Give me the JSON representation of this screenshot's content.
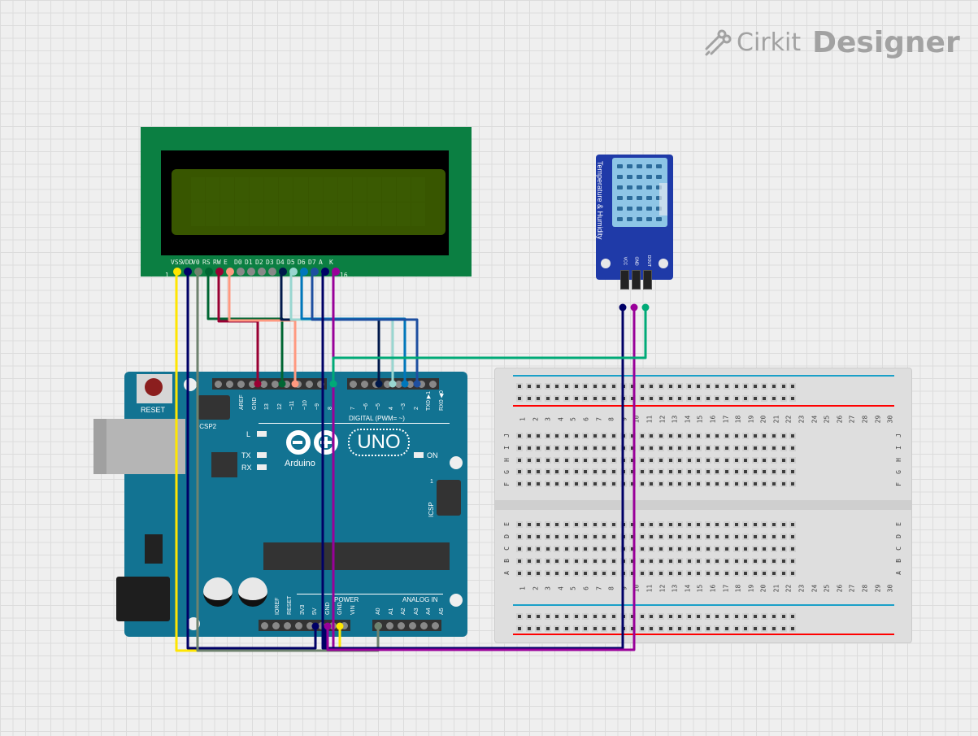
{
  "brand": {
    "icon": "circuit-logo-icon",
    "name_light": "Cirkit",
    "name_bold": "Designer"
  },
  "lcd": {
    "pin_first": "1",
    "pin_last": "16",
    "pins": [
      "VSS",
      "VDD",
      "V0",
      "RS",
      "RW",
      "E",
      "D0",
      "D1",
      "D2",
      "D3",
      "D4",
      "D5",
      "D6",
      "D7",
      "A",
      "K"
    ],
    "pin_colors": [
      "#ffe600",
      "#000066",
      "#6e826e",
      "#006633",
      "#990033",
      "#ff9980",
      "#888888",
      "#888888",
      "#888888",
      "#888888",
      "#00184a",
      "#99d6d0",
      "#0077bb",
      "#1e4fa0",
      "#000066",
      "#990099"
    ],
    "columns": 16,
    "rows": 2
  },
  "dht": {
    "side_label": "Temperature & Humidity",
    "pins": [
      "VCC",
      "GND",
      "DOUT"
    ],
    "pin_colors": [
      "#000066",
      "#990099",
      "#00aa77"
    ]
  },
  "arduino": {
    "reset_label": "RESET",
    "icsp2_label": "ICSP2",
    "icsp_label": "ICSP",
    "icsp_pin1": "1",
    "led_l": "L",
    "led_tx": "TX",
    "led_rx": "RX",
    "led_on": "ON",
    "logo_text": "Arduino",
    "model": "UNO",
    "digital_label": "DIGITAL (PWM= ~)",
    "power_label": "POWER",
    "analog_label": "ANALOG IN",
    "top_header_left": [
      "AREF",
      "GND",
      "13",
      "12",
      "~11",
      "~10",
      "~9",
      "8"
    ],
    "top_header_right": [
      "7",
      "~6",
      "~5",
      "4",
      "~3",
      "2",
      "TX0 ▶1",
      "RX0 ◀0"
    ],
    "power_pins": [
      "",
      "IOREF",
      "RESET",
      "3V3",
      "5V",
      "GND",
      "GND",
      "VIN"
    ],
    "analog_pins": [
      "A0",
      "A1",
      "A2",
      "A3",
      "A4",
      "A5"
    ]
  },
  "breadboard": {
    "columns": [
      "1",
      "2",
      "3",
      "4",
      "5",
      "6",
      "7",
      "8",
      "9",
      "10",
      "11",
      "12",
      "13",
      "14",
      "15",
      "16",
      "17",
      "18",
      "19",
      "20",
      "21",
      "22",
      "23",
      "24",
      "25",
      "26",
      "27",
      "28",
      "29",
      "30"
    ],
    "rows_top": [
      "J",
      "I",
      "H",
      "G",
      "F"
    ],
    "rows_bottom": [
      "E",
      "D",
      "C",
      "B",
      "A"
    ],
    "rail_colors": {
      "positive": "#ff0000",
      "negative": "#1aa0c8"
    }
  },
  "connections": [
    {
      "from": "LCD.VSS",
      "to": "Arduino.GND",
      "color": "#ffe600"
    },
    {
      "from": "LCD.VDD",
      "to": "Arduino.5V",
      "color": "#000066"
    },
    {
      "from": "LCD.V0",
      "to": "Arduino.A0",
      "color": "#6e826e"
    },
    {
      "from": "LCD.RS",
      "to": "Arduino.12",
      "color": "#006633"
    },
    {
      "from": "LCD.RW",
      "to": "Arduino.GND",
      "color": "#990033"
    },
    {
      "from": "LCD.E",
      "to": "Arduino.11",
      "color": "#ff9980"
    },
    {
      "from": "LCD.D4",
      "to": "Arduino.5",
      "color": "#00184a"
    },
    {
      "from": "LCD.D5",
      "to": "Arduino.4",
      "color": "#99d6d0"
    },
    {
      "from": "LCD.D6",
      "to": "Arduino.3",
      "color": "#0077bb"
    },
    {
      "from": "LCD.D7",
      "to": "Arduino.2",
      "color": "#1e4fa0"
    },
    {
      "from": "LCD.A",
      "to": "Arduino.5V",
      "color": "#000066"
    },
    {
      "from": "LCD.K",
      "to": "Arduino.GND",
      "color": "#990099"
    },
    {
      "from": "DHT.VCC",
      "to": "Arduino.5V",
      "color": "#000066"
    },
    {
      "from": "DHT.GND",
      "to": "Arduino.GND",
      "color": "#990099"
    },
    {
      "from": "DHT.DOUT",
      "to": "Arduino.8",
      "color": "#00aa77"
    }
  ]
}
